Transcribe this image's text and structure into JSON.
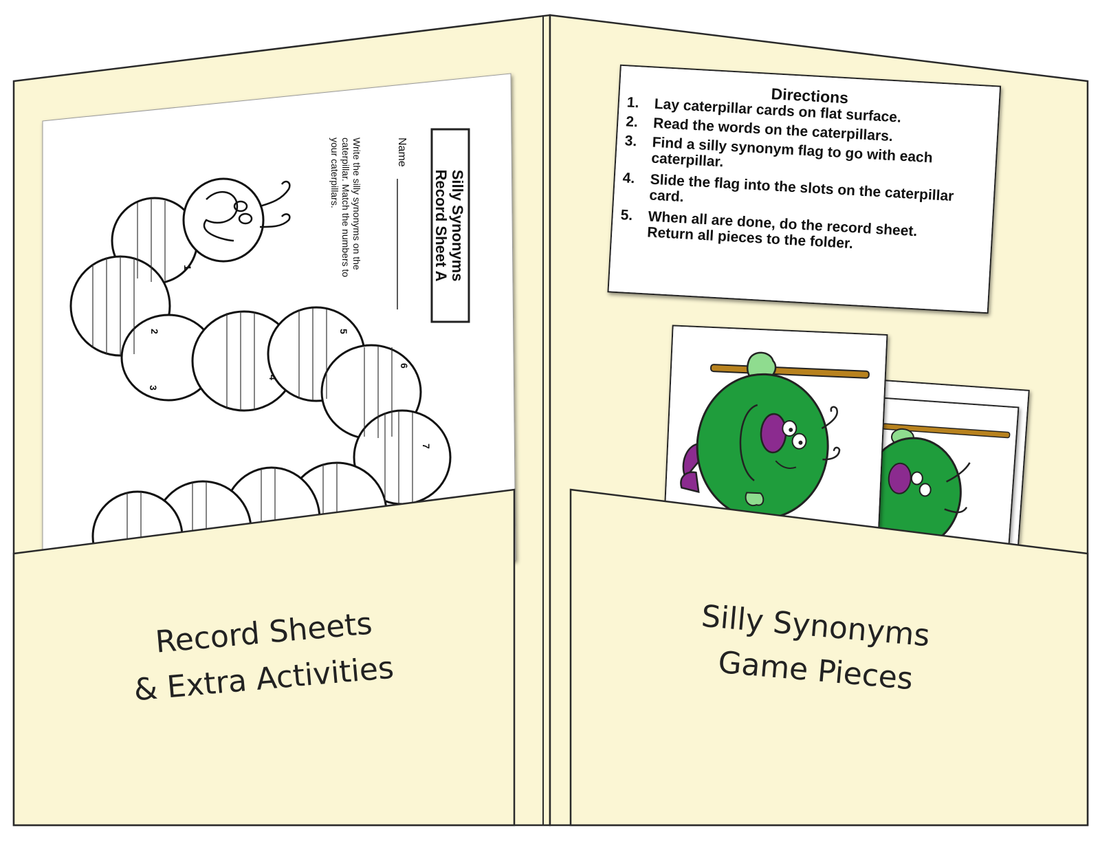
{
  "colors": {
    "folder": "#fbf6d4",
    "outline": "#2a2a2a",
    "caterpillar_green": "#1f9d3c",
    "caterpillar_light": "#8fdc8f",
    "caterpillar_purple": "#8b2b8f",
    "stick": "#b8821e"
  },
  "left_pocket": {
    "label_line1": "Record Sheets",
    "label_line2": "& Extra Activities"
  },
  "right_pocket": {
    "label_line1": "Silly Synonyms",
    "label_line2": "Game Pieces"
  },
  "record_sheet": {
    "title_line1": "Silly Synonyms",
    "title_line2": "Record Sheet A",
    "name_label": "Name",
    "instruction_line1": "Write the silly synonyms on the",
    "instruction_line2": "caterpillar. Match the numbers to",
    "instruction_line3": "your caterpillars.",
    "segment_numbers": [
      "1",
      "2",
      "3",
      "4",
      "5",
      "6",
      "7"
    ]
  },
  "directions": {
    "title": "Directions",
    "steps": [
      {
        "num": "1.",
        "line1": "Lay caterpillar cards on flat surface.",
        "line2": ""
      },
      {
        "num": "2.",
        "line1": "Read the words on the caterpillars.",
        "line2": ""
      },
      {
        "num": "3.",
        "line1": "Find a silly synonym flag to go with each",
        "line2": "caterpillar."
      },
      {
        "num": "4.",
        "line1": "Slide the flag into the slots on the caterpillar",
        "line2": "card."
      },
      {
        "num": "5.",
        "line1": "When all are done, do the record sheet.",
        "line2": "Return all pieces to the folder."
      }
    ]
  }
}
